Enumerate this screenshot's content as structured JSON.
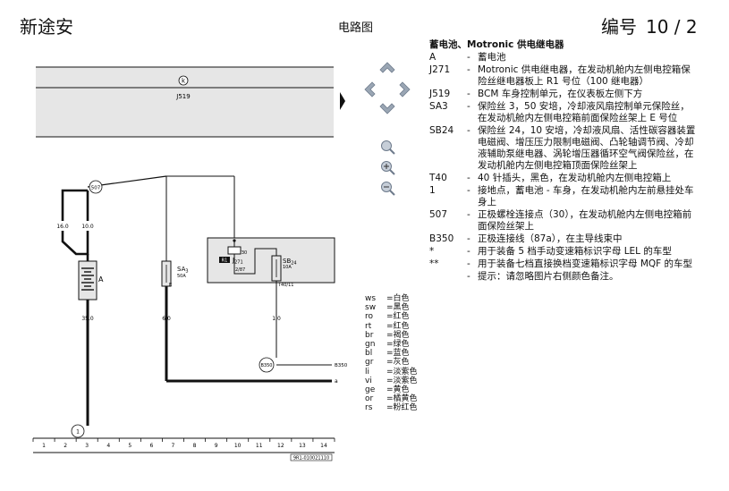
{
  "header": {
    "brand": "新途安",
    "title": "电路图",
    "page_label": "编号",
    "page_number": "10 / 2"
  },
  "diagram": {
    "relay_box_label": "J519",
    "relay_box_tag": "k",
    "bottom_code": "9R1-010021110",
    "ruler": [
      "1",
      "2",
      "3",
      "4",
      "5",
      "6",
      "7",
      "8",
      "9",
      "10",
      "11",
      "12",
      "13",
      "14"
    ],
    "labels": {
      "c507": "507",
      "w1": "16.0",
      "w2": "10.0",
      "battery": "A",
      "w3": "35.0",
      "ground1": "1",
      "sa3": "SA",
      "sa3_sub": "3",
      "sa3_amp": "50A",
      "sa3_pin": "E",
      "w4": "6.0",
      "j271": "J",
      "j271_sub": "271",
      "r1": "R1",
      "p130": "1/30",
      "p287": "2/87",
      "sb24": "SB",
      "sb24_sub": "24",
      "sb24_amp": "10A",
      "t40": "T40/11",
      "w5": "1.0",
      "b350": "B350",
      "b350_right": "B350",
      "a_right": "a"
    }
  },
  "legend": {
    "title": "蓄电池、Motronic 供电继电器",
    "items": [
      {
        "code": "A",
        "desc": "蓄电池"
      },
      {
        "code": "J271",
        "desc": "Motronic 供电继电器，在发动机舱内左侧电控箱保险丝继电器板上 R1 号位（100 继电器）"
      },
      {
        "code": "J519",
        "desc": "BCM 车身控制单元，在仪表板左侧下方"
      },
      {
        "code": "SA3",
        "desc": "保险丝 3，50 安培，冷却液风扇控制单元保险丝，在发动机舱内左侧电控箱前面保险丝架上 E 号位"
      },
      {
        "code": "SB24",
        "desc": "保险丝 24，10 安培，冷却液风扇、活性碳容器装置电磁阀、增压压力限制电磁阀、凸轮轴调节阀、冷却液辅助泵继电器、涡轮增压器循环空气阀保险丝，在发动机舱内左侧电控箱顶面保险丝架上"
      },
      {
        "code": "T40",
        "desc": "40 针插头，黑色，在发动机舱内左侧电控箱上"
      },
      {
        "code": "1",
        "desc": "接地点，蓄电池 - 车身，在发动机舱内左前悬挂处车身上"
      },
      {
        "code": "507",
        "desc": "正极螺栓连接点（30），在发动机舱内左侧电控箱前面保险丝架上"
      },
      {
        "code": "B350",
        "desc": "正极连接线（87a），在主导线束中"
      },
      {
        "code": "*",
        "desc": "用于装备 5 档手动变速箱标识字母 LEL 的车型"
      },
      {
        "code": "**",
        "desc": "用于装备七档直接换档变速箱标识字母 MQF 的车型"
      },
      {
        "code": "",
        "desc": "提示：请忽略图片右侧颜色备注。"
      }
    ]
  },
  "color_codes": [
    {
      "code": "ws",
      "name": "白色"
    },
    {
      "code": "sw",
      "name": "黑色"
    },
    {
      "code": "ro",
      "name": "红色"
    },
    {
      "code": "rt",
      "name": "红色"
    },
    {
      "code": "br",
      "name": "褐色"
    },
    {
      "code": "gn",
      "name": "绿色"
    },
    {
      "code": "bl",
      "name": "蓝色"
    },
    {
      "code": "gr",
      "name": "灰色"
    },
    {
      "code": "li",
      "name": "淡紫色"
    },
    {
      "code": "vi",
      "name": "淡紫色"
    },
    {
      "code": "ge",
      "name": "黄色"
    },
    {
      "code": "or",
      "name": "橘黄色"
    },
    {
      "code": "rs",
      "name": "粉红色"
    }
  ],
  "colors": {
    "box_fill": "#e6e6e6",
    "line": "#111111",
    "nav_icon": "#9aa6b4"
  }
}
